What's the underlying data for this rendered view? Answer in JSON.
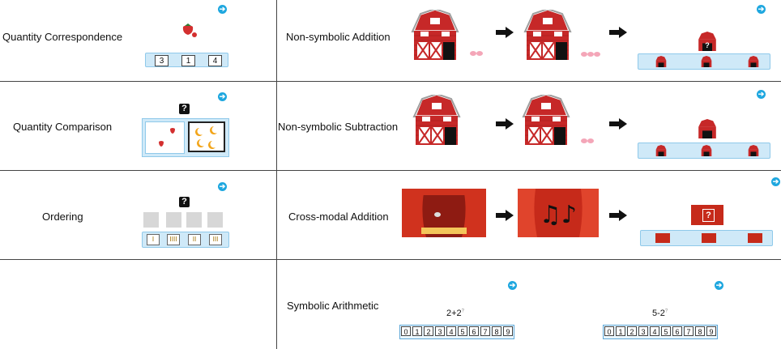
{
  "rows": {
    "quantity_correspondence": {
      "label": "Quantity Correspondence",
      "options": [
        "3",
        "1",
        "4"
      ]
    },
    "quantity_comparison": {
      "label": "Quantity Comparison",
      "question_mark": "?"
    },
    "ordering": {
      "label": "Ordering",
      "question_mark": "?",
      "tallies": [
        "I",
        "IIII",
        "II",
        "III"
      ]
    },
    "non_symbolic_addition": {
      "label": "Non-symbolic Addition",
      "question_mark": "?"
    },
    "non_symbolic_subtraction": {
      "label": "Non-symbolic Subtraction"
    },
    "cross_modal_addition": {
      "label": "Cross-modal Addition",
      "question_mark": "?"
    },
    "symbolic_arithmetic": {
      "label": "Symbolic Arithmetic",
      "problem_1": "2+2",
      "problem_2": "5-2",
      "answer_placeholder": "?",
      "numbers": [
        "0",
        "1",
        "2",
        "3",
        "4",
        "5",
        "6",
        "7",
        "8",
        "9"
      ]
    }
  },
  "icons": {
    "next": "next-arrow-icon",
    "arrow": "right-arrow-icon"
  },
  "colors": {
    "barn_red": "#c62828",
    "nav_blue": "#1ea7df",
    "bar_blue": "#cfe9f8",
    "curtain_red": "#d0321e"
  }
}
